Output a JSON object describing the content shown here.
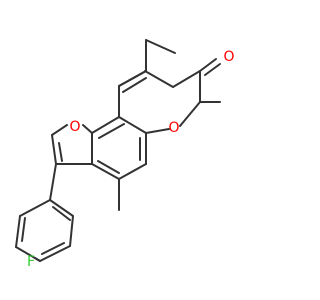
{
  "molecule": {
    "atoms": [
      {
        "id": "o_carbonyl",
        "symbol": "O",
        "color": "#ff0000"
      },
      {
        "id": "o_lactone",
        "symbol": "O",
        "color": "#ff0000"
      },
      {
        "id": "o_furan",
        "symbol": "O",
        "color": "#ff0000"
      },
      {
        "id": "f_substituent",
        "symbol": "F",
        "color": "#33cc33"
      }
    ],
    "bond_color": "#333333"
  }
}
